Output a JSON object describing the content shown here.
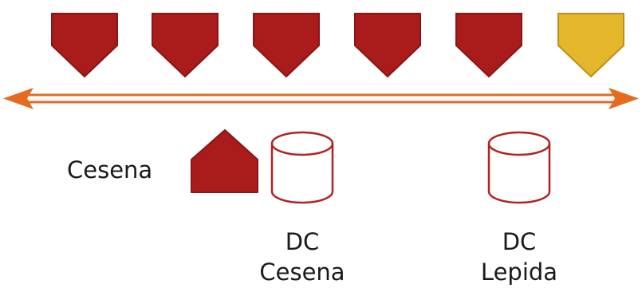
{
  "pins": [
    {
      "id": "pin-1",
      "color": "#aa1b1b"
    },
    {
      "id": "pin-2",
      "color": "#aa1b1b"
    },
    {
      "id": "pin-3",
      "color": "#aa1b1b"
    },
    {
      "id": "pin-4",
      "color": "#aa1b1b"
    },
    {
      "id": "pin-5",
      "color": "#aa1b1b"
    },
    {
      "id": "pin-6",
      "color": "#e3b62b"
    }
  ],
  "colors": {
    "red": "#aa1b1b",
    "yellow": "#e3b62b",
    "arrow": "#e46b1f",
    "drum_stroke": "#b22222",
    "text": "#1a1a1a"
  },
  "site_label": "Cesena",
  "datacenters": [
    {
      "line1": "DC",
      "line2": "Cesena"
    },
    {
      "line1": "DC",
      "line2": "Lepida"
    }
  ],
  "icons": {
    "pin": "pentagon-pin-icon",
    "house": "house-icon",
    "datacenter": "database-cylinder-icon"
  }
}
